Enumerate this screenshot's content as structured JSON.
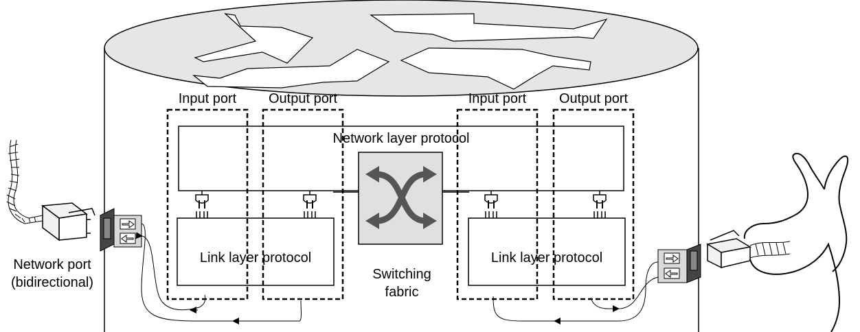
{
  "labels": {
    "input_port": "Input port",
    "output_port": "Output port",
    "network_layer": "Network layer protocol",
    "link_layer": "Link layer protocol",
    "switching_line1": "Switching",
    "switching_line2": "fabric",
    "network_port_line1": "Network port",
    "network_port_line2": "(bidirectional)"
  },
  "colors": {
    "stroke": "#000000",
    "router_top": "#e6e6e6",
    "fabric_bg": "#e0e0e0",
    "fabric_arrows": "#555555",
    "connector_plate": "#d9d9d9",
    "plug_body": "#f2f2f2",
    "jack_dark": "#444444"
  },
  "icons": [
    "router-cylinder-icon",
    "switching-fabric-icon",
    "power-plug-icon",
    "rj45-plug-icon",
    "cable-icon",
    "hand-icon",
    "port-jack-icon"
  ]
}
